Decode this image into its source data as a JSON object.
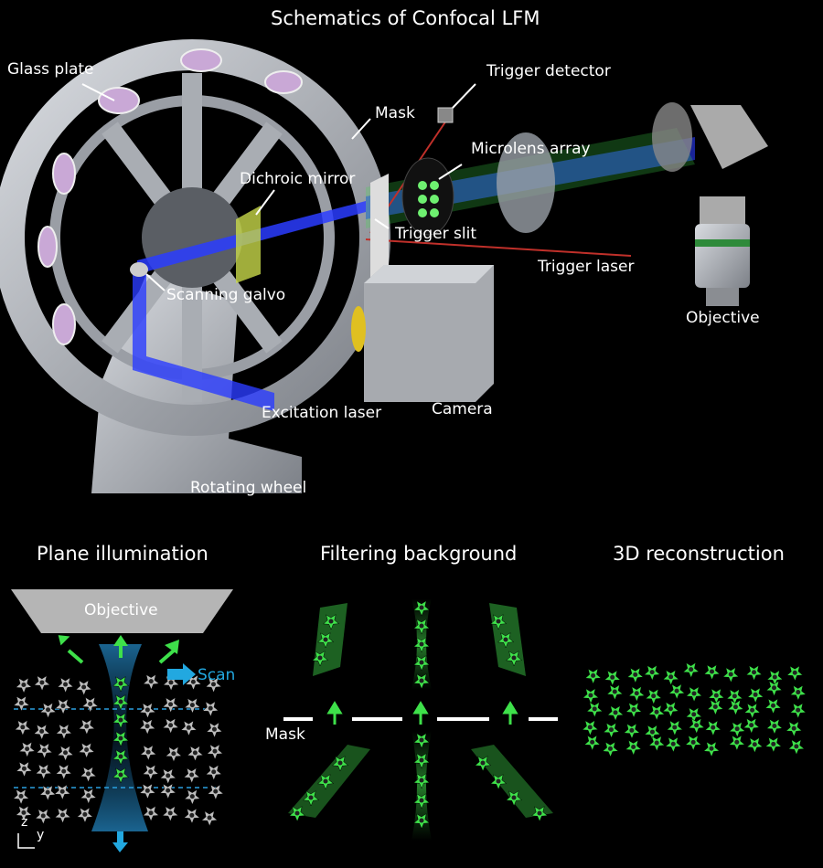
{
  "title": "Schematics of Confocal LFM",
  "labels": {
    "glass_plate": "Glass plate",
    "trigger_detector": "Trigger detector",
    "mask": "Mask",
    "microlens_array": "Microlens array",
    "dichroic_mirror": "Dichroic mirror",
    "trigger_slit": "Trigger slit",
    "trigger_laser": "Trigger laser",
    "scanning_galvo": "Scanning galvo",
    "objective": "Objective",
    "excitation_laser": "Excitation laser",
    "camera": "Camera",
    "rotating_wheel": "Rotating wheel"
  },
  "panels": {
    "plane_illumination": {
      "title": "Plane illumination",
      "objective": "Objective",
      "scan": "Scan",
      "axis_z": "z",
      "axis_y": "y"
    },
    "filtering_background": {
      "title": "Filtering background",
      "mask": "Mask"
    },
    "reconstruction": {
      "title": "3D reconstruction"
    }
  },
  "colors": {
    "excitation": "#2a3cff",
    "fluorescence": "#3ee04a",
    "scan": "#22a8e0",
    "trigger": "#c0302a",
    "metal": "#b8bcc2"
  }
}
